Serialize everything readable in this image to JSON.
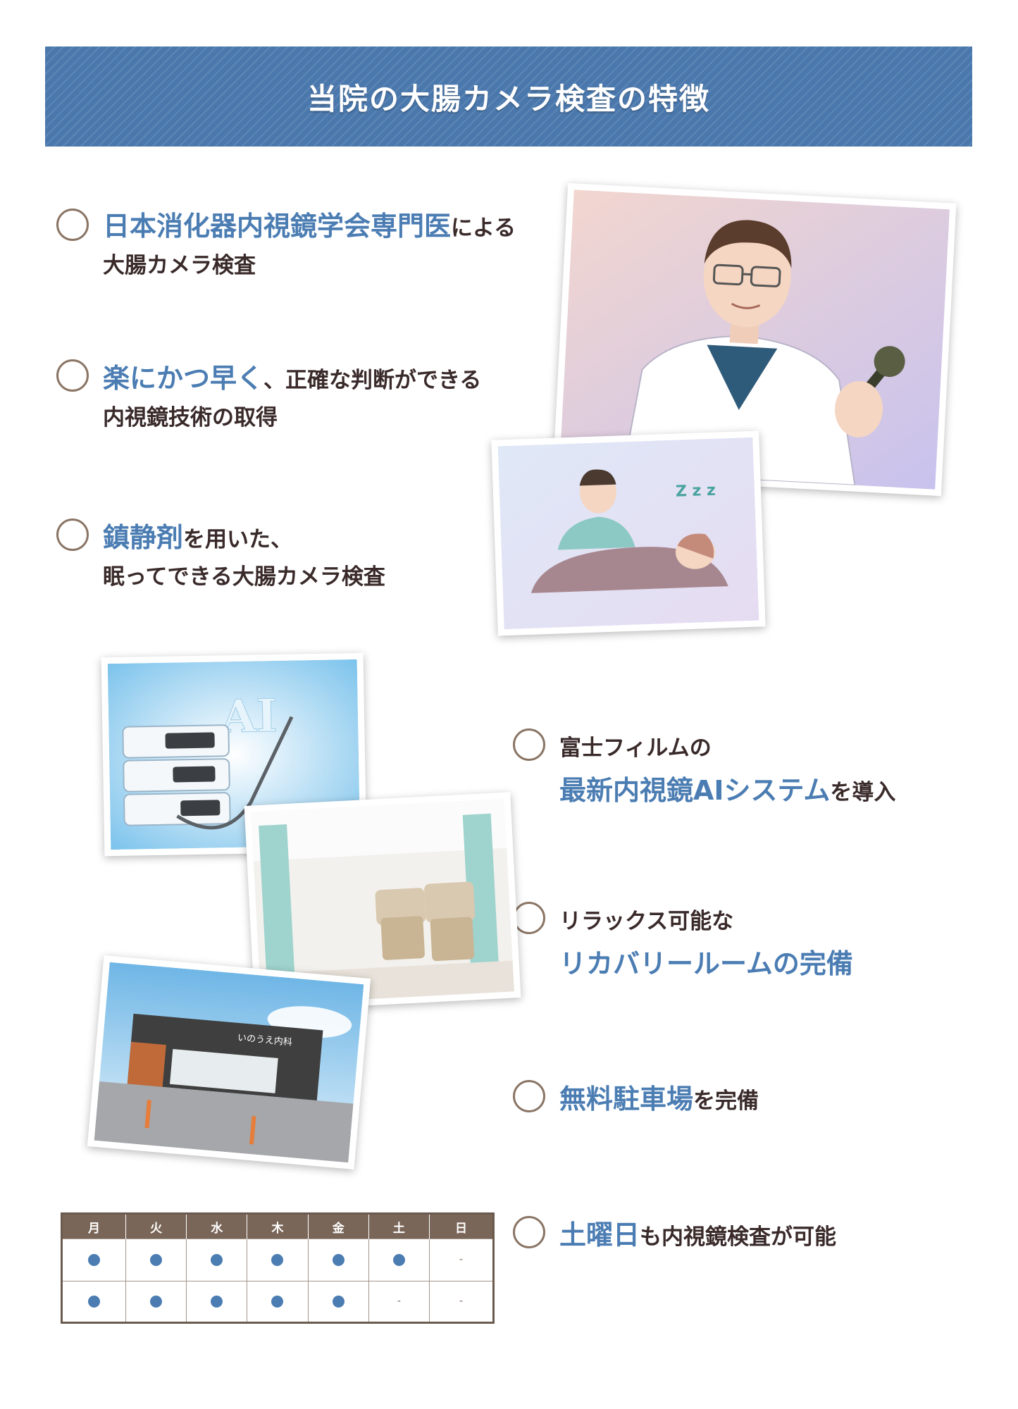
{
  "banner": {
    "title": "当院の大腸カメラ検査の特徴"
  },
  "features": [
    {
      "l1_hl": "日本消化器内視鏡学会専門医",
      "l1_rest": "による",
      "l2": "大腸カメラ検査"
    },
    {
      "l1_hl": "楽にかつ早く",
      "l1_rest": "、正確な判断ができる",
      "l2": "内視鏡技術の取得"
    },
    {
      "l1_hl": "鎮静剤",
      "l1_rest": "を用いた、",
      "l2": "眠ってできる大腸カメラ検査"
    },
    {
      "l1": "富士フィルムの",
      "l2_hl": "最新内視鏡AIシステム",
      "l2_rest": "を導入"
    },
    {
      "l1": "リラックス可能な",
      "l2_hl": "リカバリールームの完備"
    },
    {
      "l1_hl": "無料駐車場",
      "l1_rest": "を完備"
    },
    {
      "l1_hl": "土曜日",
      "l1_rest": "も内視鏡検査が可能"
    }
  ],
  "illustrations": {
    "ai_label": "AI",
    "clinic_sign": "いのうえ内科",
    "zzz": "Z z z"
  },
  "schedule": {
    "days": [
      "月",
      "火",
      "水",
      "木",
      "金",
      "土",
      "日"
    ],
    "rows": [
      [
        "●",
        "●",
        "●",
        "●",
        "●",
        "●",
        "-"
      ],
      [
        "●",
        "●",
        "●",
        "●",
        "●",
        "-",
        "-"
      ]
    ]
  },
  "colors": {
    "banner": "#4a78ad",
    "highlight": "#4b7db3",
    "text": "#3a2a2a",
    "table_header": "#7a6658"
  }
}
